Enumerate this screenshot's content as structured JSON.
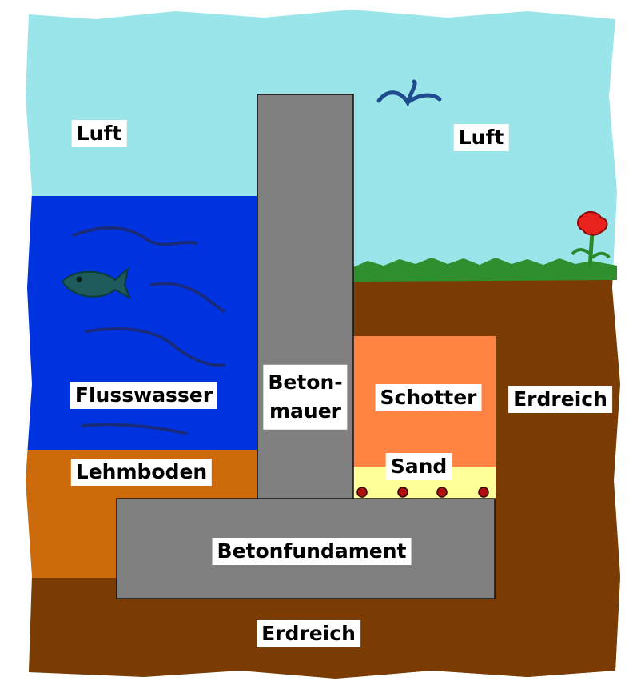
{
  "labels": {
    "air_left": "Luft",
    "air_right": "Luft",
    "river_water": "Flusswasser",
    "clay_soil": "Lehmboden",
    "wall_line1": "Beton-",
    "wall_line2": "mauer",
    "gravel": "Schotter",
    "sand": "Sand",
    "soil_right": "Erdreich",
    "foundation": "Betonfundament",
    "soil_bottom": "Erdreich"
  },
  "colors": {
    "sky": "#99e5ea",
    "water": "#0033e0",
    "clay": "#cc6a0c",
    "soil": "#7a3c02",
    "concrete": "#808080",
    "gravel": "#ff8444",
    "sand": "#ffff99",
    "grass": "#2f8f2f",
    "fish": "#1f5a5c",
    "bird": "#1e4c8c",
    "flower": "#e8221c",
    "drain_pipe": "#b01010"
  },
  "icons": [
    "fish-icon",
    "bird-icon",
    "flower-icon",
    "drain-pipe-icon"
  ]
}
